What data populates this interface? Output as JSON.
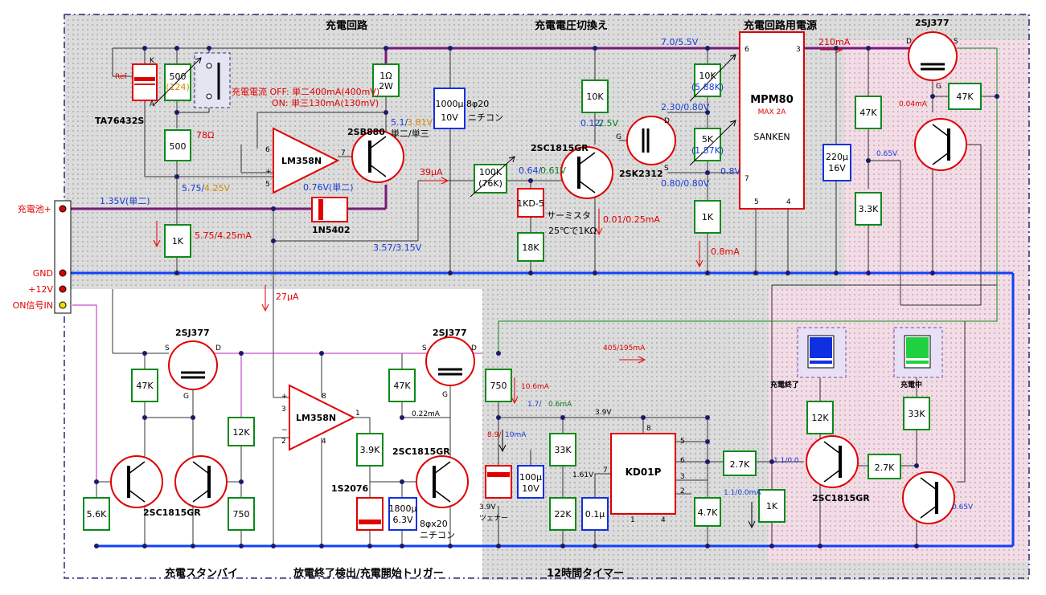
{
  "sections": {
    "charge_circuit": "充電回路",
    "voltage_switch": "充電電圧切換え",
    "power_supply": "充電回路用電源",
    "standby": "充電スタンバイ",
    "trigger": "放電終了検出/充電開始トリガー",
    "timer": "12時間タイマー"
  },
  "terminals": {
    "battery": "充電池+",
    "gnd": "GND",
    "v12": "+12V",
    "on_signal": "ON信号IN"
  },
  "pins": {
    "k": "K",
    "ref": "Ref",
    "a": "A",
    "p6": "6",
    "p5": "+",
    "p5b": "5",
    "p7": "7",
    "g1": "G",
    "d1": "D",
    "s1": "S",
    "m6": "6",
    "m3": "3",
    "m7": "7",
    "m5": "5",
    "m4": "4",
    "d2": "D",
    "s2": "S",
    "g2": "G",
    "s3": "S",
    "d3": "D",
    "g3": "G",
    "plus": "+",
    "p3": "3",
    "minus": "−",
    "p2": "2",
    "p8": "8",
    "p4": "4",
    "p1": "1",
    "s4": "S",
    "d4": "D",
    "g4": "G",
    "k8": "8",
    "k7": "7",
    "k5": "5",
    "k6": "6",
    "k3": "3",
    "k2": "2",
    "k1": "1",
    "k4": "4"
  },
  "components": {
    "ta76432s": "TA76432S",
    "r500_top": "500",
    "r500_top_setting": "(124)",
    "r500_mid": "500",
    "r1k_left": "1K",
    "lm358_top": "LM358N",
    "d1n5402": "1N5402",
    "r1ohm_a": "1Ω",
    "r1ohm_b": "2W",
    "sb880": "2SB880",
    "cap1000_a": "1000μ",
    "cap1000_b": "10V",
    "cap1000_size": "8φ20",
    "cap1000_type": "ニチコン",
    "r100k": "100K",
    "r100k_setting": "(76K)",
    "thermistor": "1KD-5",
    "thermistor_desc": "サーミスタ",
    "thermistor_spec": "25℃で1KΩ",
    "r18k": "18K",
    "sc1815_top": "2SC1815GR",
    "r10k_mid": "10K",
    "sk2312": "2SK2312",
    "r10k_top": "10K",
    "r10k_top_setting": "(5.88K)",
    "r5k": "5K",
    "r5k_setting": "(1.87K)",
    "r1k_mid": "1K",
    "mpm80": "MPM80",
    "mpm80_rating": "MAX 2A",
    "mpm80_maker": "SANKEN",
    "cap220_a": "220μ",
    "cap220_b": "16V",
    "r47k_upper": "47K",
    "r33k_upper": "3.3K",
    "r47k_right": "47K",
    "sj377_top": "2SJ377",
    "sj377_standby": "2SJ377",
    "r47k_standby": "47K",
    "r12k_standby": "12K",
    "r750_standby": "750",
    "r56k": "5.6K",
    "sc1815_standby": "2SC1815GR",
    "lm358_bottom": "LM358N",
    "r39k": "3.9K",
    "d1s2076": "1S2076",
    "cap1800_a": "1800μ",
    "cap1800_b": "6.3V",
    "cap1800_size": "8φx20",
    "cap1800_type": "ニチコン",
    "sc1815_trigger": "2SC1815GR",
    "r47k_trigger": "47K",
    "sj377_trigger": "2SJ377",
    "r750_timer": "750",
    "zener_v": "3.9V",
    "zener": "ツェナー",
    "cap100_a": "100μ",
    "cap100_b": "10V",
    "r33k_timer": "33K",
    "r22k": "22K",
    "cap01": "0.1μ",
    "kd01p": "KD01P",
    "r47k_timer": "4.7K",
    "r27k_a": "2.7K",
    "r1k_timer": "1K",
    "led_complete": "充電終了",
    "led_charging": "充電中",
    "r12k_led": "12K",
    "r33k_led": "33K",
    "r27k_b": "2.7K",
    "sc1815_led": "2SC1815GR"
  },
  "annotations": {
    "ohm78": "78Ω",
    "current_off": "充電電流 OFF: 単二400mA(400mV)",
    "current_on": "ON: 単三130mA(130mV)",
    "v575": "5.75/",
    "v425": "4.25V",
    "i575": "5.75/4.25mA",
    "v135": "1.35V(単二)",
    "v076": "0.76V(単二)",
    "v51": "5.1/",
    "v381": "3.81V",
    "cell_types": "単二/単三",
    "v357": "3.57/3.15V",
    "i39": "39μA",
    "v064": "0.64/",
    "v061": "0.61V",
    "v012": "0.12/",
    "v25": "2.5V",
    "i001": "0.01/0.25mA",
    "v70": "7.0/5.5V",
    "v230": "2.30/0.80V",
    "v080": "0.80/0.80V",
    "v08": "0.8V",
    "i08": "0.8mA",
    "i210": "210mA",
    "v065_a": "0.65V",
    "i004": "0.04mA",
    "i27": "27μA",
    "i022": "0.22mA",
    "i106": "10.6mA",
    "v17": "1.7/",
    "v06": "0.6mA",
    "v39": "3.9V",
    "i405": "405/195mA",
    "v89": "8.9/",
    "v10": "10mA",
    "v161": "1.61V",
    "i11": "1.1/0.0mA",
    "v11": "1.1/0.0",
    "v065_b": "0.65V"
  },
  "colors": {
    "power_rail": "#7a1a7a",
    "gnd_bus": "#1040ff",
    "component_outline": "#e00000",
    "resistor_outline": "#0a8a1a",
    "capacitor_outline": "#1030e0",
    "led_complete": "#1030e0",
    "led_charging": "#20d040"
  }
}
